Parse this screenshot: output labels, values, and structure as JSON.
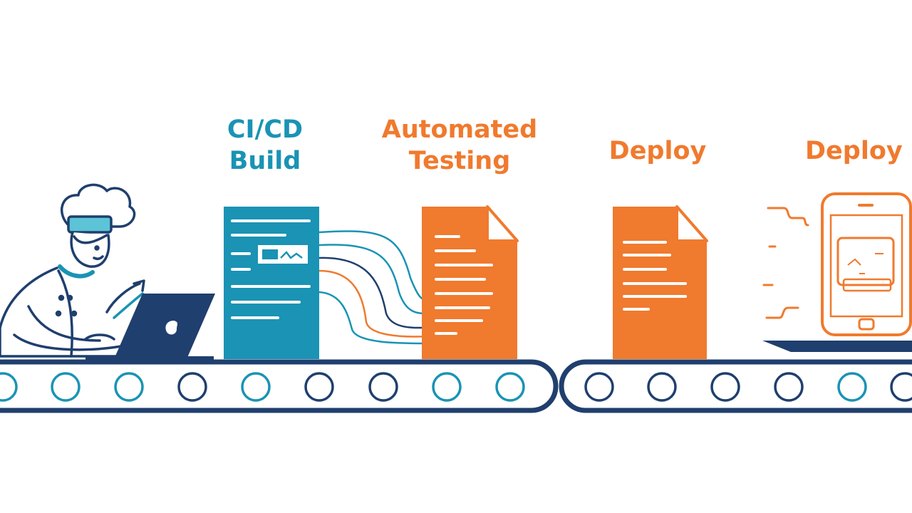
{
  "stages": [
    {
      "key": "build",
      "lines": [
        "CI/CD",
        "Build"
      ],
      "color": "#1a93b4"
    },
    {
      "key": "testing",
      "lines": [
        "Automated",
        "Testing"
      ],
      "color": "#f07a2e"
    },
    {
      "key": "deploy1",
      "lines": [
        "Deploy"
      ],
      "color": "#f07a2e"
    },
    {
      "key": "deploy2",
      "lines": [
        "Deploy"
      ],
      "color": "#f07a2e"
    }
  ],
  "colors": {
    "teal": "#1a93b4",
    "navy": "#1f3f6e",
    "orange": "#f07a2e",
    "light_teal": "#5cc4d6"
  },
  "icons": [
    "chef-developer-icon",
    "laptop-icon",
    "build-document-icon",
    "test-document-icon",
    "deploy-document-icon",
    "mobile-device-icon",
    "conveyor-belt-icon"
  ]
}
